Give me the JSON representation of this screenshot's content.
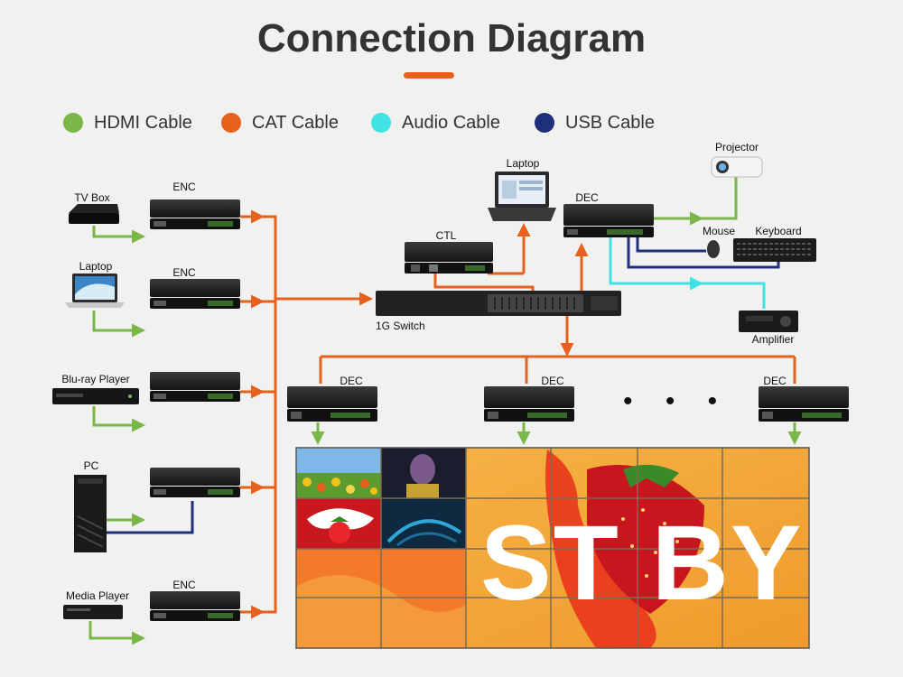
{
  "title": "Connection Diagram",
  "colors": {
    "accent": "#e8611c",
    "hdmi": "#7ab648",
    "cat": "#e8611c",
    "audio": "#3fe3e3",
    "usb": "#1f2f7a",
    "background": "#f1f1ef"
  },
  "legend": [
    {
      "label": "HDMI Cable",
      "color": "#7ab648"
    },
    {
      "label": "CAT Cable",
      "color": "#e8611c"
    },
    {
      "label": "Audio Cable",
      "color": "#3fe3e3"
    },
    {
      "label": "USB Cable",
      "color": "#1f2f7a"
    }
  ],
  "sources": {
    "tv_box": "TV Box",
    "laptop": "Laptop",
    "bluray": "Blu-ray Player",
    "pc": "PC",
    "media_player": "Media Player"
  },
  "encoders": {
    "enc1": "ENC",
    "enc2": "ENC",
    "enc5": "ENC"
  },
  "center": {
    "laptop": "Laptop",
    "ctl": "CTL",
    "switch": "1G Switch",
    "dec_top": "DEC",
    "projector": "Projector",
    "mouse": "Mouse",
    "keyboard": "Keyboard",
    "amplifier": "Amplifier"
  },
  "decoders": [
    "DEC",
    "DEC",
    "DEC"
  ],
  "more_indicator": "• • •",
  "video_wall": {
    "overlay_text": "ST BY"
  }
}
